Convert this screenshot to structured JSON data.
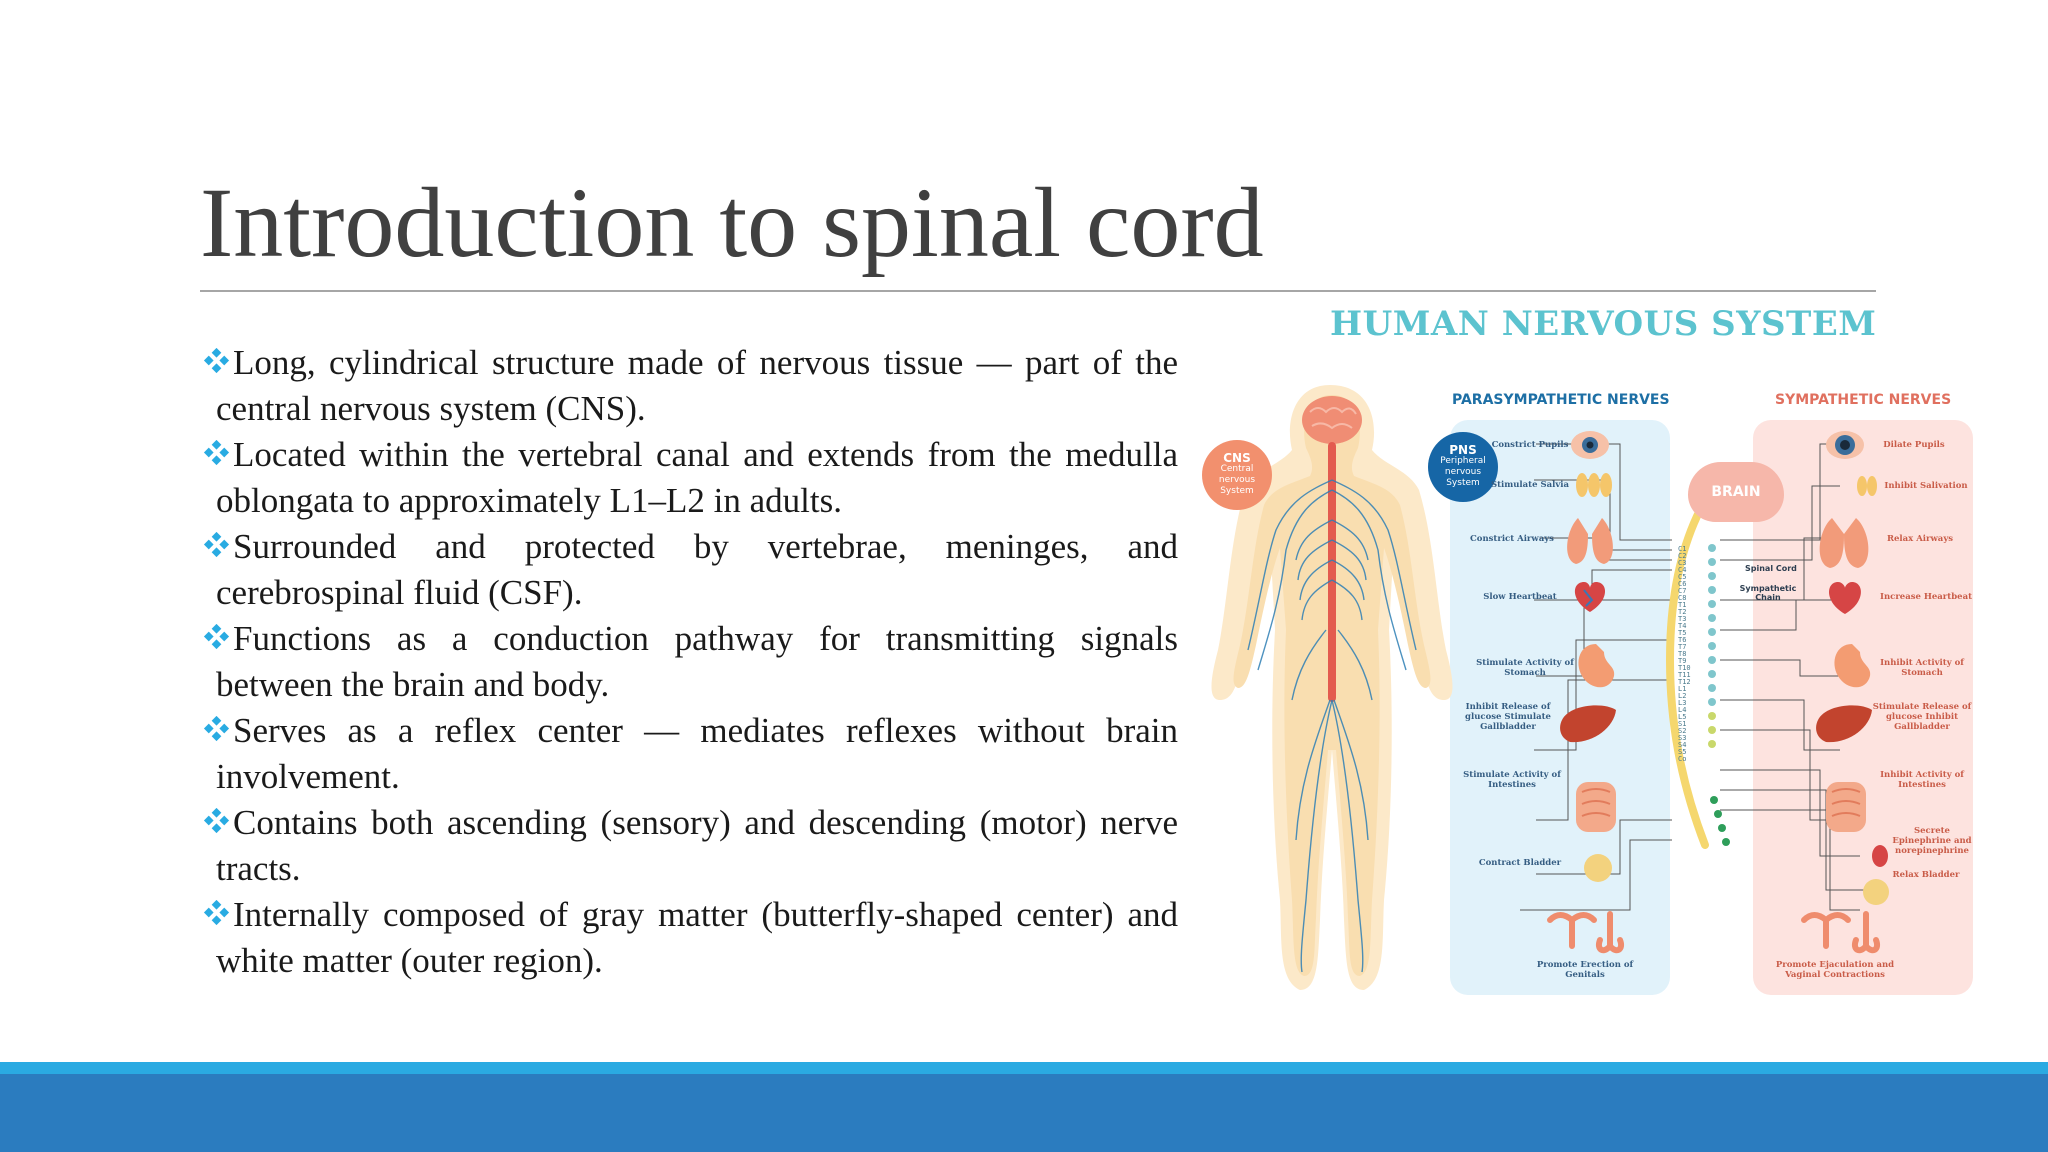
{
  "slide": {
    "title": "Introduction to spinal cord",
    "bullets": [
      "Long, cylindrical structure made of nervous tissue — part of the central nervous system (CNS).",
      "Located within the vertebral canal and extends from the medulla oblongata to approximately L1–L2 in adults.",
      "Surrounded and protected by vertebrae, meninges, and cerebrospinal fluid (CSF).",
      "Functions as a conduction pathway for transmitting signals between the brain and body.",
      "Serves as a reflex center — mediates reflexes without brain involvement.",
      "Contains both ascending (sensory) and descending (motor) nerve tracts.",
      "Internally composed of gray matter (butterfly-shaped center) and white matter (outer region)."
    ],
    "bullet_icon": "four-diamond-icon",
    "colors": {
      "title": "#404040",
      "bullet_icon": "#29abe2",
      "band_light": "#2aaae2",
      "band_dark": "#2b7cbf"
    }
  },
  "infographic": {
    "title": "HUMAN NERVOUS SYSTEM",
    "parasympathetic_heading": "PARASYMPATHETIC NERVES",
    "sympathetic_heading": "SYMPATHETIC NERVES",
    "cns_badge": {
      "abbr": "CNS",
      "line1": "Central",
      "line2": "nervous",
      "line3": "System"
    },
    "pns_badge": {
      "abbr": "PNS",
      "line1": "Peripheral",
      "line2": "nervous",
      "line3": "System"
    },
    "brain_label": "BRAIN",
    "spinal_cord_label": "Spinal Cord",
    "sympathetic_chain_label": "Sympathetic Chain",
    "parasympathetic_labels": [
      "Constrict Pupils",
      "Stimulate Salvia",
      "Constrict Airways",
      "Slow Heartbeat",
      "Stimulate Activity of Stomach",
      "Inhibit Release of glucose Stimulate Gallbladder",
      "Stimulate Activity of Intestines",
      "Contract Bladder",
      "Promote Erection of Genitals"
    ],
    "sympathetic_labels": [
      "Dilate Pupils",
      "Inhibit Salivation",
      "Relax Airways",
      "Increase Heartbeat",
      "Inhibit Activity of Stomach",
      "Stimulate Release of glucose Inhibit Gallbladder",
      "Inhibit Activity of Intestines",
      "Secrete Epinephrine and norepinephrine",
      "Relax Bladder",
      "Promote Ejaculation and Vaginal Contractions"
    ],
    "vertebrae": [
      "C1",
      "C2",
      "C3",
      "C4",
      "C5",
      "C6",
      "C7",
      "C8",
      "T1",
      "T2",
      "T3",
      "T4",
      "T5",
      "T6",
      "T7",
      "T8",
      "T9",
      "T10",
      "T11",
      "T12",
      "L1",
      "L2",
      "L3",
      "L4",
      "L5",
      "S1",
      "S2",
      "S3",
      "S4",
      "S5",
      "Co"
    ],
    "colors": {
      "title": "#5cc3cf",
      "para_panel": "#e1f2fa",
      "sym_panel": "#fde3df",
      "nerve_blue": "#2f7fb5",
      "body": "#f9deb0"
    }
  }
}
